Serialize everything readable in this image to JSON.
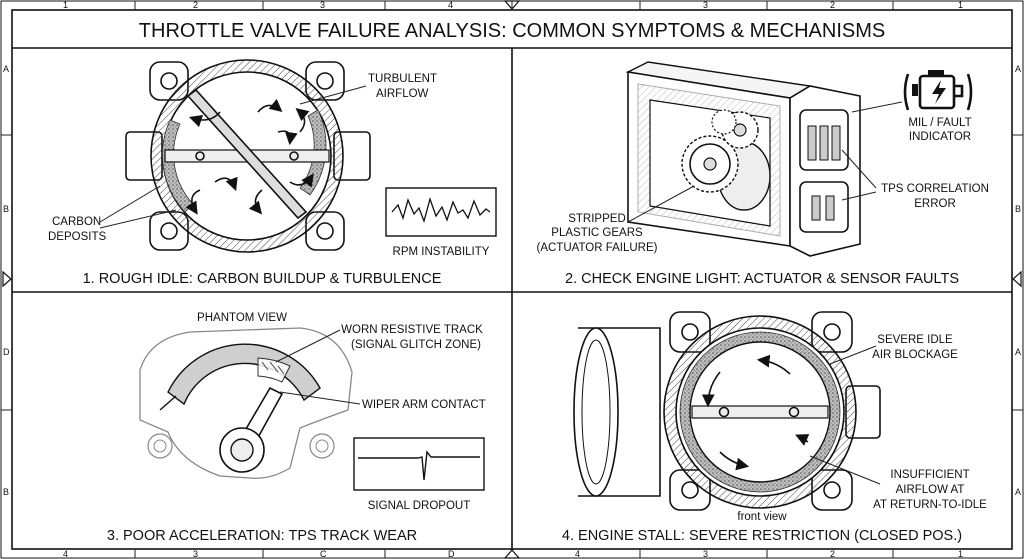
{
  "title": "THROTTLE VALVE FAILURE ANALYSIS: COMMON SYMPTOMS & MECHANISMS",
  "border": {
    "top_numbers": [
      "1",
      "2",
      "3",
      "4",
      "3",
      "2",
      "1"
    ],
    "bottom_marks": [
      "4",
      "3",
      "C",
      "D",
      "4",
      "3",
      "2",
      "1"
    ],
    "left_letters": [
      "A",
      "B",
      "D",
      "B"
    ],
    "right_letters": [
      "A",
      "B",
      "A",
      "A"
    ]
  },
  "panels": {
    "p1": {
      "caption": "1. ROUGH IDLE: CARBON BUILDUP & TURBULENCE",
      "turbulent_1": "TURBULENT",
      "turbulent_2": "AIRFLOW",
      "carbon_1": "CARBON",
      "carbon_2": "DEPOSITS",
      "rpm": "RPM INSTABILITY"
    },
    "p2": {
      "caption": "2. CHECK ENGINE LIGHT: ACTUATOR & SENSOR FAULTS",
      "mil_1": "MIL / FAULT",
      "mil_2": "INDICATOR",
      "tps_1": "TPS CORRELATION",
      "tps_2": "ERROR",
      "gears_1": "STRIPPED",
      "gears_2": "PLASTIC GEARS",
      "gears_3": "(ACTUATOR FAILURE)"
    },
    "p3": {
      "caption": "3. POOR ACCELERATION: TPS TRACK WEAR",
      "phantom": "PHANTOM VIEW",
      "track_1": "WORN RESISTIVE TRACK",
      "track_2": "(SIGNAL GLITCH ZONE)",
      "wiper": "WIPER ARM CONTACT",
      "dropout": "SIGNAL DROPOUT"
    },
    "p4": {
      "caption": "4. ENGINE STALL: SEVERE RESTRICTION (CLOSED POS.)",
      "severe_1": "SEVERE IDLE",
      "severe_2": "AIR BLOCKAGE",
      "insuff_1": "INSUFFICIENT",
      "insuff_2": "AIRFLOW AT",
      "insuff_3": "AT RETURN-TO-IDLE",
      "front": "front view"
    }
  },
  "colors": {
    "ink": "#111111",
    "paper": "#ffffff",
    "hatch": "#555555",
    "carbon": "#8a8a8a"
  }
}
